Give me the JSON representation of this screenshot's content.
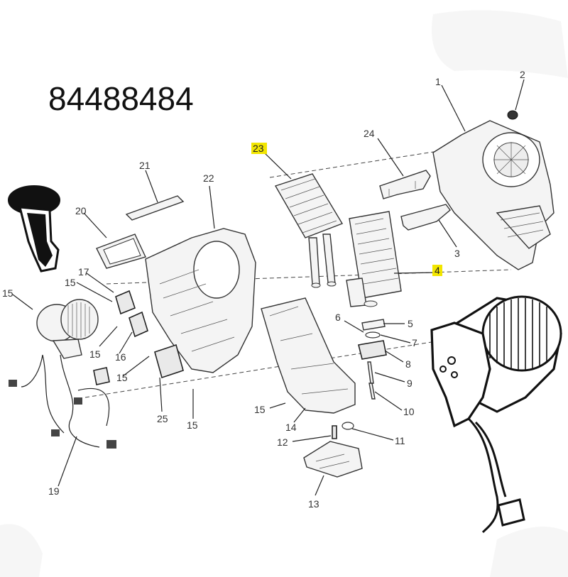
{
  "header": {
    "part_number": "84488484"
  },
  "callouts": [
    {
      "id": "1",
      "text": "1",
      "highlight": false
    },
    {
      "id": "2",
      "text": "2",
      "highlight": false
    },
    {
      "id": "3",
      "text": "3",
      "highlight": false
    },
    {
      "id": "4",
      "text": "4",
      "highlight": true
    },
    {
      "id": "5",
      "text": "5",
      "highlight": false
    },
    {
      "id": "6",
      "text": "6",
      "highlight": false
    },
    {
      "id": "7",
      "text": "7",
      "highlight": false
    },
    {
      "id": "8",
      "text": "8",
      "highlight": false
    },
    {
      "id": "9",
      "text": "9",
      "highlight": false
    },
    {
      "id": "10",
      "text": "10",
      "highlight": false
    },
    {
      "id": "11",
      "text": "11",
      "highlight": false
    },
    {
      "id": "12",
      "text": "12",
      "highlight": false
    },
    {
      "id": "13",
      "text": "13",
      "highlight": false
    },
    {
      "id": "14",
      "text": "14",
      "highlight": false
    },
    {
      "id": "15",
      "text": "15",
      "highlight": false
    },
    {
      "id": "16",
      "text": "16",
      "highlight": false
    },
    {
      "id": "17",
      "text": "17",
      "highlight": false
    },
    {
      "id": "19",
      "text": "19",
      "highlight": false
    },
    {
      "id": "20",
      "text": "20",
      "highlight": false
    },
    {
      "id": "21",
      "text": "21",
      "highlight": false
    },
    {
      "id": "22",
      "text": "22",
      "highlight": false
    },
    {
      "id": "23",
      "text": "23",
      "highlight": true
    },
    {
      "id": "24",
      "text": "24",
      "highlight": false
    },
    {
      "id": "25",
      "text": "25",
      "highlight": false
    }
  ],
  "colors": {
    "highlight": "#f2e600",
    "ink": "#222222",
    "background": "#ffffff"
  }
}
